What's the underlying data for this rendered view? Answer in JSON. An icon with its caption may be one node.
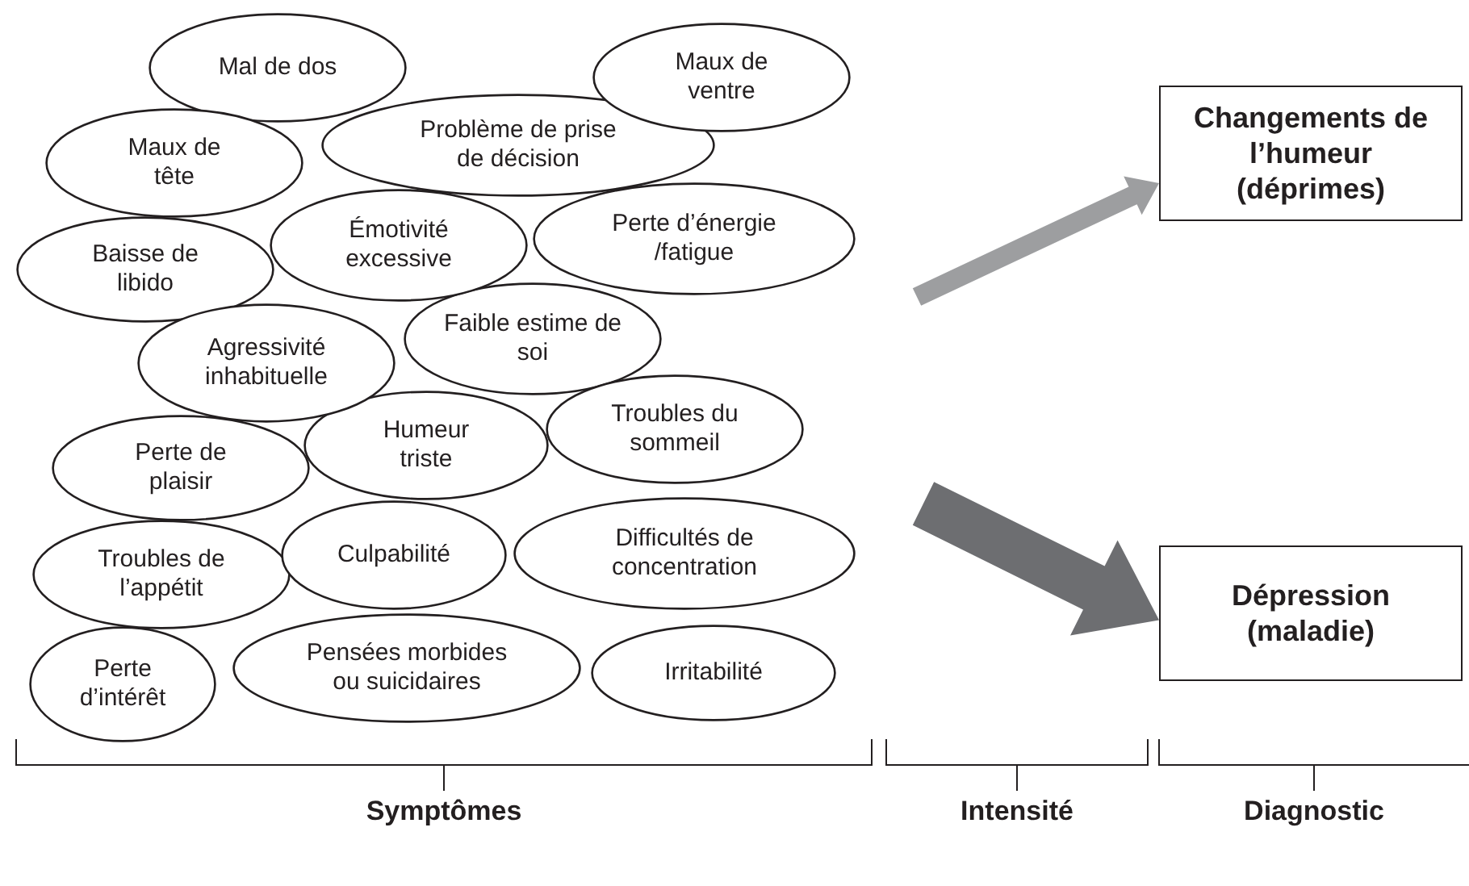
{
  "diagram": {
    "nodes": [
      {
        "text": [
          "Mal de dos"
        ]
      },
      {
        "text": [
          "Maux de ventre"
        ]
      },
      {
        "text": [
          "Problème de prise de décision"
        ]
      },
      {
        "text": [
          "Maux de tête"
        ]
      },
      {
        "text": [
          "Émotivité excessive"
        ]
      },
      {
        "text": [
          "Perte d’énergie /fatigue"
        ]
      },
      {
        "text": [
          "Baisse de libido"
        ]
      },
      {
        "text": [
          "Faible estime de soi"
        ]
      },
      {
        "text": [
          "Agressivité inhabituelle"
        ]
      },
      {
        "text": [
          "Humeur triste"
        ]
      },
      {
        "text": [
          "Troubles du sommeil"
        ]
      },
      {
        "text": [
          "Perte de plaisir"
        ]
      },
      {
        "text": [
          "Troubles de l’appétit"
        ]
      },
      {
        "text": [
          "Culpabilité"
        ]
      },
      {
        "text": [
          "Difficultés de concentration"
        ]
      },
      {
        "text": [
          "Perte d’intérêt"
        ]
      },
      {
        "text": [
          "Pensées morbides ou suicidaires"
        ]
      },
      {
        "text": [
          "Irritabilité"
        ]
      },
      {
        "text": [
          "Changements de l’humeur (déprimes)"
        ]
      },
      {
        "text": [
          "Dépression (maladie)"
        ]
      }
    ],
    "edges": [
      {
        "from": null,
        "to": 18,
        "arrow": "to",
        "color": "#9d9ea0"
      },
      {
        "from": null,
        "to": 19,
        "arrow": "to",
        "style": "thick",
        "color": "#6d6e71"
      }
    ],
    "labels": [
      "Symptômes",
      "Intensité",
      "Diagnostic"
    ]
  }
}
